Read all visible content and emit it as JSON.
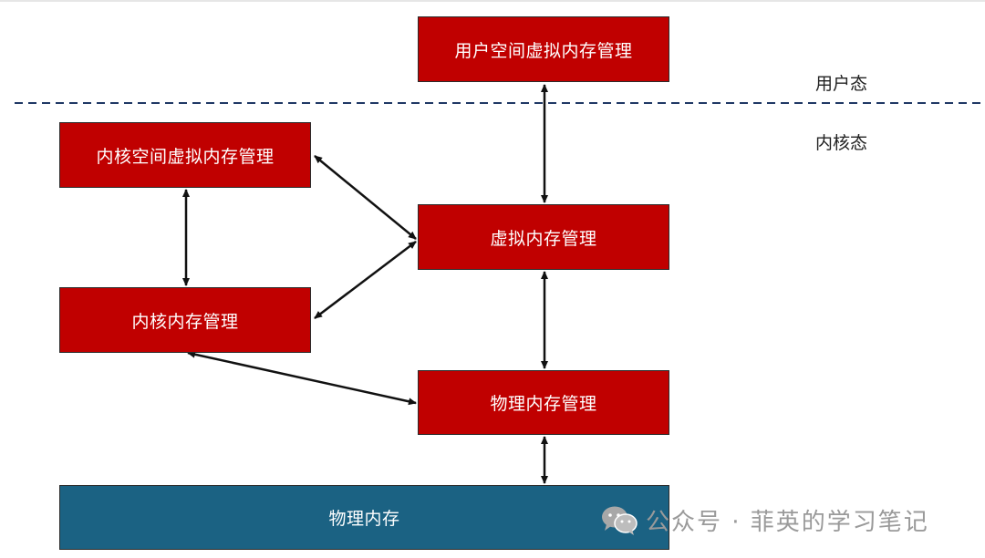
{
  "boxes": {
    "user_vm": "用户空间虚拟内存管理",
    "kernel_vm": "内核空间虚拟内存管理",
    "vm": "虚拟内存管理",
    "kernel_mem": "内核内存管理",
    "phys_mgmt": "物理内存管理",
    "phys_mem": "物理内存"
  },
  "labels": {
    "user_mode": "用户态",
    "kernel_mode": "内核态"
  },
  "watermark": {
    "icon": "wechat-icon",
    "text": "公众号 · 菲英的学习笔记"
  },
  "colors": {
    "box_red": "#c00000",
    "box_blue": "#1b6283",
    "divider": "#1f3864",
    "arrow": "#111111"
  }
}
